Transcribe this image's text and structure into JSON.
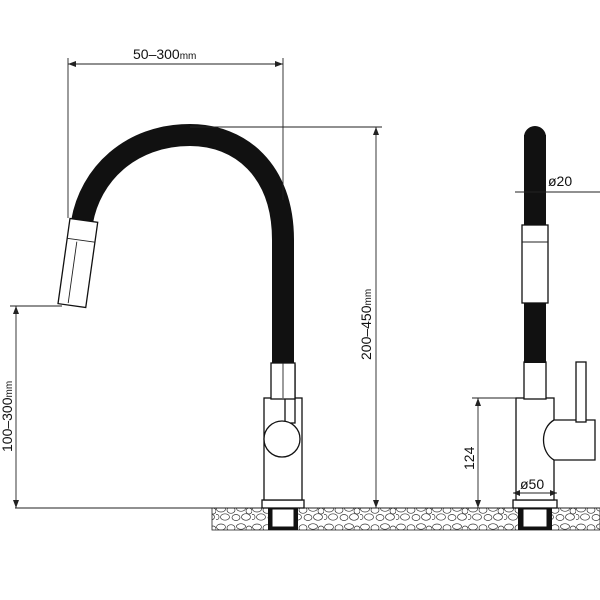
{
  "dimensions": {
    "reach": "50–300",
    "reach_unit": "mm",
    "height": "200–450",
    "height_unit": "mm",
    "spout_height": "100–300",
    "spout_height_unit": "mm",
    "hose_diameter": "ø20",
    "body_height": "124",
    "base_diameter": "ø50"
  },
  "colors": {
    "hose": "#111111",
    "line": "#222222",
    "background": "#ffffff"
  }
}
